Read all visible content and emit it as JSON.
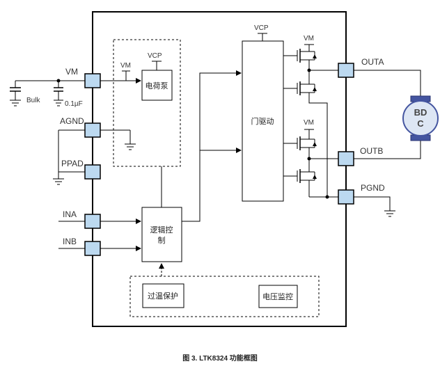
{
  "pins": {
    "vm": "VM",
    "agnd": "AGND",
    "ppad": "PPAD",
    "ina": "INA",
    "inb": "INB",
    "outa": "OUTA",
    "outb": "OUTB",
    "pgnd": "PGND"
  },
  "external": {
    "bulk": "Bulk",
    "cap_value": "0.1µF",
    "motor_line1": "BD",
    "motor_line2": "C"
  },
  "blocks": {
    "charge_pump": "电荷泵",
    "gate_driver": "门驱动",
    "logic_line1": "逻辑控",
    "logic_line2": "制",
    "over_temp": "过温保护",
    "voltage_monitor": "电压监控"
  },
  "nets": {
    "vm_internal": "VM",
    "vcp_pump": "VCP",
    "vcp_gate": "VCP",
    "vm_fet_top": "VM",
    "vm_fet_bottom": "VM"
  },
  "caption": "图 3. LTK8324 功能框图",
  "colors": {
    "pin_fill": "#bcd9f0",
    "chip_border": "#000000",
    "motor_fill": "#dde6f4",
    "motor_band": "#4455a0"
  }
}
